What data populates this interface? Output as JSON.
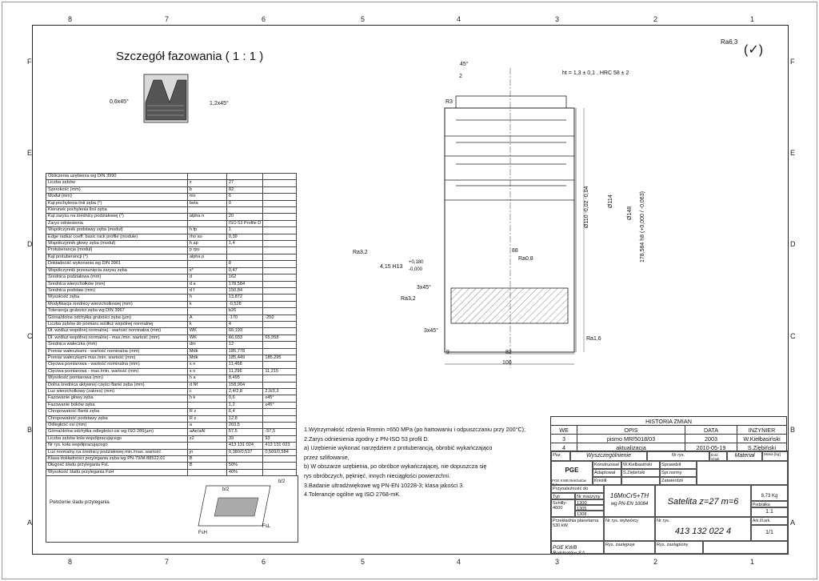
{
  "zones": {
    "top": [
      "8",
      "7",
      "6",
      "5",
      "4",
      "3",
      "2",
      "1"
    ],
    "bottom": [
      "8",
      "7",
      "6",
      "5",
      "4",
      "3",
      "2",
      "1"
    ],
    "left": [
      "F",
      "E",
      "D",
      "C",
      "B",
      "A"
    ],
    "right": [
      "F",
      "E",
      "D",
      "C",
      "B",
      "A"
    ]
  },
  "detail_title": "Szczegół fazowania ( 1 : 1 )",
  "detail_labels": {
    "left": "0,6x45°",
    "right": "1,2x45°"
  },
  "roughness_general": "Ra6,3",
  "roughness_check": "(✓)",
  "drawing_labels": {
    "angle45": "45°",
    "two": "2",
    "r3": "R3",
    "hardness": "ht = 1,3 ± 0,1 , HRC 58 ± 2",
    "ra32_a": "Ra3,2",
    "bore": "4,15 H13",
    "bore_tol_up": "+0,180",
    "bore_tol_low": "-0,000",
    "cham1": "3x45°",
    "ra08": "Ra0,8",
    "ra32_b": "Ra3,2",
    "cham2": "3x45°",
    "ra16": "Ra1,6",
    "d88": "88",
    "d9": "9",
    "d82": "82",
    "d100": "100",
    "v110": "Ø110 -0,02 -0,04",
    "v114": "Ø114",
    "v148": "Ø148",
    "v178": "178,584 h8 (+0,000 / -0,063)"
  },
  "spec_rows": [
    [
      "Obliczenia uzębienia wg DIN 3990",
      "",
      "",
      ""
    ],
    [
      "Liczba zębów",
      "z",
      "27",
      ""
    ],
    [
      "Szerokość (mm)",
      "b",
      "82",
      ""
    ],
    [
      "Moduł (mm)",
      "mn",
      "6",
      ""
    ],
    [
      "Kąt pochylenia linii zęba (°)",
      "beta",
      "0",
      ""
    ],
    [
      "Kierunek pochylenia linii zęba",
      "",
      "",
      ""
    ],
    [
      "Kąt zarysu na średnicy podziałowej (°)",
      "alpha n",
      "20",
      ""
    ],
    [
      "Zarys odniesienia",
      "",
      "ISO 53 Profile D",
      ""
    ],
    [
      "Współczynnik podstawy zęba (moduł)",
      "h fp",
      "1",
      ""
    ],
    [
      "Edge radius coeff. basic rack profile (module)",
      "rho ao",
      "0,39",
      ""
    ],
    [
      "Współczynnik głowy zęba (moduł)",
      "h ap",
      "1,4",
      ""
    ],
    [
      "Protuberancja (moduł)",
      "p rpo",
      "",
      ""
    ],
    [
      "Kąt protuberancji (°)",
      "alpha p",
      "",
      ""
    ],
    [
      "Dokładność wykonania wg DIN 3961",
      "",
      "8",
      ""
    ],
    [
      "Współczynnik przesunięcia zarysu zęba",
      "x*",
      "0,47",
      ""
    ],
    [
      "Średnica podziałowa (mm)",
      "d",
      "162",
      ""
    ],
    [
      "Średnica wierzchołków (mm)",
      "d a",
      "178,584",
      ""
    ],
    [
      "Średnica podstaw (mm)",
      "d f",
      "150,84",
      ""
    ],
    [
      "Wysokość zęba",
      "h",
      "13,872",
      ""
    ],
    [
      "Modyfikacja średnicy wierzchołkowej (mm)",
      "k",
      "-0,528",
      ""
    ],
    [
      "Tolerancja grubości zęba wg DIN 3967",
      "",
      "b26",
      ""
    ],
    [
      "Górna/dolna odchyłka grubości zęba (µm)",
      "A",
      "-170",
      "-250"
    ],
    [
      "Liczba zębów do pomiaru wzdłuż wspólnej normalnej",
      "k",
      "4",
      ""
    ],
    [
      "Dł. wzdłuż wspólnej normalnej - wartość nominalna (mm)",
      "WK",
      "66,193",
      ""
    ],
    [
      "Dł. wzdłuż wspólnej normalnej - max./min. wartość (mm)",
      "WK",
      "66,033",
      "65,958"
    ],
    [
      "Średnica wałeczka (mm)",
      "dm",
      "12",
      ""
    ],
    [
      "Pomiar wałeczkami - wartość nominalna (mm)",
      "Mdk",
      "185,778",
      ""
    ],
    [
      "Pomiar wałeczkami max./min. wartość (mm)",
      "Mdk",
      "185,449",
      "185,295"
    ],
    [
      "Cięciwa pomiarowa - wartość nominalna (mm)",
      "s n",
      "11,468",
      ""
    ],
    [
      "Cięciwa pomiarowa - max./min. wartość (mm)",
      "s n",
      "11,296",
      "11,215"
    ],
    [
      "Wysokość pomiarowa (mm)",
      "h a",
      "8,495",
      ""
    ],
    [
      "Dolna średnica aktywnej części flanki zęba (mm)",
      "d Nf",
      "158,904",
      ""
    ],
    [
      "Luz wierzchołkowy (zakres) (mm)",
      "c",
      "2,4/2,8",
      "2,9/3,3"
    ],
    [
      "Fazowanie głowy zęba",
      "h k",
      "0,6",
      "x45°"
    ],
    [
      "Fazowanie boków zęba",
      "",
      "1,2",
      "x45°"
    ],
    [
      "Chropowatość flanki zęba",
      "R z",
      "6,4",
      ""
    ],
    [
      "Chropowatość podstawy zęba",
      "R z",
      "12,8",
      ""
    ],
    [
      "Odległość osi (mm)",
      "a",
      "203,5",
      ""
    ],
    [
      "Górna/dolna odchyłka odległości osi wg ISO 286(µm)",
      "aAe/aAl",
      "57,5",
      "-57,5"
    ],
    [
      "Liczba zębów koła współpracującego",
      "z2",
      "39",
      "93"
    ],
    [
      "Nr rys. koła współpracującego",
      "",
      "413 131 024",
      "413 131 023"
    ],
    [
      "Luz normalny na średnicy podziałowej min./max. wartość",
      "jn",
      "0,380/0,537",
      "0,509/0,584"
    ],
    [
      "Klasa dokładności przylegania zęba wg PN-79/M-88522.01",
      "B",
      "",
      ""
    ],
    [
      "Długość śladu przylegania FsL",
      "B",
      "50%",
      ""
    ],
    [
      "Wysokość śladu przylegania FsH",
      "",
      "40%",
      ""
    ]
  ],
  "placement_label": "Położenie śladu przylegania",
  "placement_tags": {
    "fsl": "FsL",
    "fsh": "FsH",
    "b2a": "b/2",
    "b2b": "b/2"
  },
  "notes": [
    "1.Wytrzymałość rdzenia Rmmin =650 MPa (po hartowaniu i odpuszczaniu przy 200°C);",
    "2.Zarys odniesienia zgodny z PN-ISO 53 profil D.",
    "  a) Uzębienie wykonać narzędziem z protuberancją, obrobić wykańczająco",
    "     przez szlifowanie,",
    "  b) W obszarze uzębienia, po obróbce wykańczającej, nie dopuszcza się",
    "     rys obróbczych, pęknięć, innych nieciągłości powierzchni.",
    "3.Badanie ultradźwiękowe wg PN-EN 10228-3; klasa jakości 3.",
    "4.Tolerancje ogólne wg ISO 2768-mK."
  ],
  "revision": {
    "title": "HISTORIA ZMIAN",
    "headers": [
      "WE",
      "OPIS",
      "DATA",
      "INŻYNIER"
    ],
    "rows": [
      [
        "3",
        "pismo MR/5018/03",
        "2003",
        "W.Kiełbasiński"
      ],
      [
        "4",
        "aktualizacja",
        "2010-05-19",
        "S.Ziębiński"
      ]
    ]
  },
  "title_block": {
    "poz": "Poz.",
    "wyszczegolnienie": "Wyszczególnienie",
    "nr_rys": "Nr rys.",
    "szt": "Ilość sztuk",
    "material_h": "Materiał",
    "masa_h": "Masa [kg]",
    "konstruowal": "Konstruował",
    "konstruowal_name": "W.Kiełbasiński",
    "adaptowal": "Adaptował",
    "adaptowal_name": "S.Ziębiński",
    "kreslil": "Kreślił",
    "sprawdzil": "Sprawdził",
    "spr_normy": "Spr.normy",
    "zatwierdzil": "Zatwierdził",
    "company": "PGE KWB Bełchatów S.A.",
    "logo": "PGE",
    "przynaleznosc": "Przynależność do maszyn",
    "typ": "Typ",
    "nr_maszyny": "Nr maszyny",
    "machine": "Schilly-4600",
    "mach_nums": [
      "1300",
      "1305",
      "1308"
    ],
    "material": "16MnCr5+TH",
    "material_std": "wg PN-EN 10084",
    "name": "Satelita z=27  m=6",
    "mass": "8,73 Kg",
    "scale_label": "Podziałka",
    "scale": "1:1",
    "przekladnia": "Przekładnia planetarna 530 kW",
    "nr_rys_wytw": "Nr rys. wytwórcy",
    "number": "413 132 022 4",
    "sheet": "1/1",
    "ark": "Ark./Il.ark.",
    "footer": "PGE KWB Bełchatów SA",
    "rys_zastepuje": "Rys. zastępuje",
    "rys_zastepiony": "Rys. zastąpiony"
  }
}
